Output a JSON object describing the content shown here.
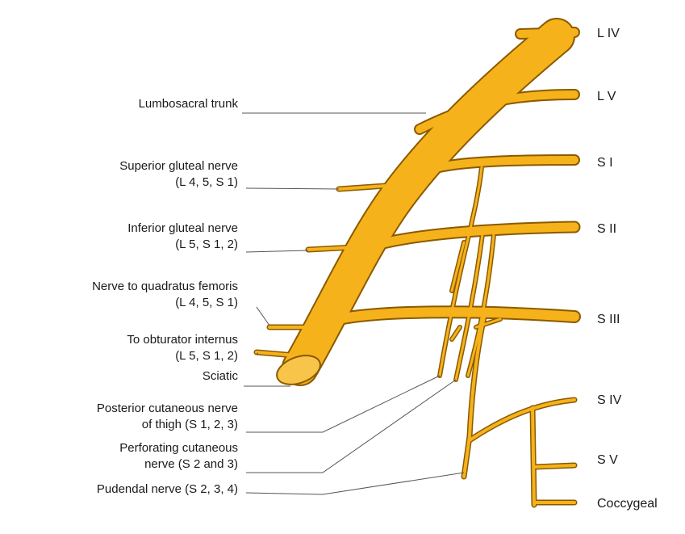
{
  "labels": {
    "lumbosacral_trunk": "Lumbosacral trunk",
    "superior_gluteal_1": "Superior gluteal nerve",
    "superior_gluteal_2": "(L 4, 5, S 1)",
    "inferior_gluteal_1": "Inferior gluteal nerve",
    "inferior_gluteal_2": "(L 5, S 1, 2)",
    "quadratus_1": "Nerve to quadratus femoris",
    "quadratus_2": "(L 4, 5, S 1)",
    "obturator_1": "To obturator internus",
    "obturator_2": "(L 5, S 1, 2)",
    "sciatic": "Sciatic",
    "posterior_cut_1": "Posterior cutaneous nerve",
    "posterior_cut_2": "of thigh (S 1, 2, 3)",
    "perforating_1": "Perforating cutaneous",
    "perforating_2": "nerve (S 2 and 3)",
    "pudendal": "Pudendal nerve (S 2, 3, 4)"
  },
  "segments": {
    "l4": "L IV",
    "l5": "L V",
    "s1": "S I",
    "s2": "S II",
    "s3": "S III",
    "s4": "S IV",
    "s5": "S V",
    "coccygeal": "Coccygeal"
  },
  "colors": {
    "nerve": "#f6b21a",
    "nerve_outline": "#8a5a00"
  }
}
